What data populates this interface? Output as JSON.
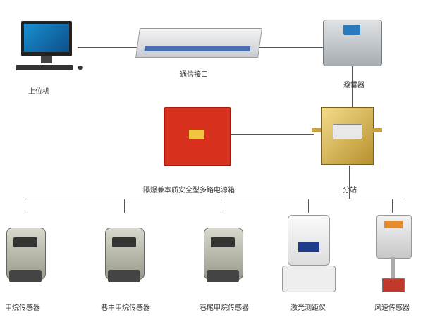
{
  "nodes": {
    "computer": "上位机",
    "comm_interface": "通信接口",
    "lightning_arrester": "避雷器",
    "power_box": "隔爆兼本质安全型多路电源箱",
    "substation": "分站"
  },
  "sensors": [
    {
      "label": "甲烷传感器"
    },
    {
      "label": "巷中甲烷传感器"
    },
    {
      "label": "巷尾甲烷传感器"
    },
    {
      "label": "激光测距仪"
    },
    {
      "label": "风速传感器"
    }
  ],
  "colors": {
    "power_box": "#d8321e",
    "line": "#555555"
  }
}
